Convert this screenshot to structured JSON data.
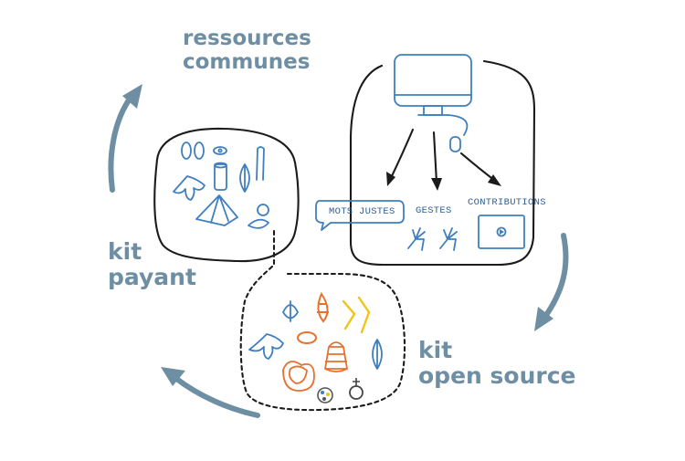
{
  "labels": {
    "ressources_line1": "ressources",
    "ressources_line2": "communes",
    "kit_payant_line1": "kit",
    "kit_payant_line2": "payant",
    "kit_open_line1": "kit",
    "kit_open_line2": "open source"
  },
  "computer_panel": {
    "mots_justes": "MOTS JUSTES",
    "gestes": "GESTES",
    "contributions": "CONTRIBUTIONS"
  },
  "colors": {
    "label_grey_blue": "#6e8ea3",
    "ink_blue": "#3f7fbf",
    "ink_black": "#1b1b1b",
    "ink_orange": "#e8702f",
    "ink_yellow": "#f2c418"
  }
}
